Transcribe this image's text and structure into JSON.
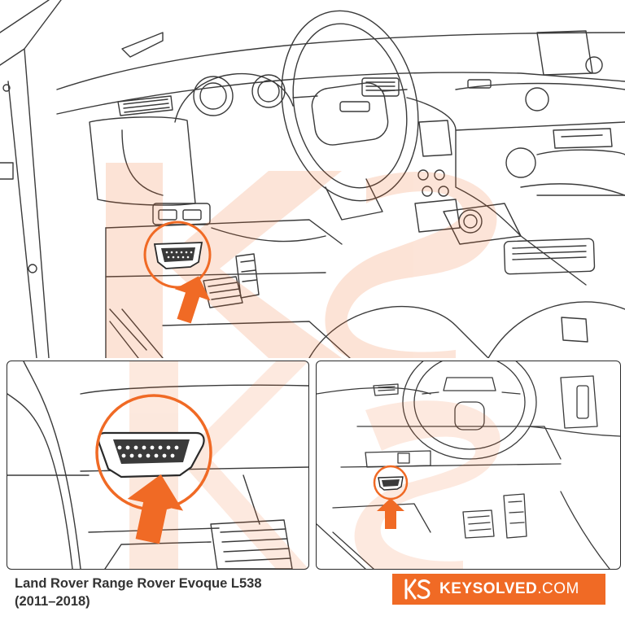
{
  "caption": {
    "line1": "Land Rover Range Rover Evoque L538",
    "line2": "(2011–2018)"
  },
  "brand": {
    "name": "KEYSOLVED",
    "tld": ".COM",
    "accent_color": "#f06a25",
    "logo_icon": "ks-logo-icon"
  },
  "diagram": {
    "subject": "obd2-port-location",
    "highlight_color": "#f06a25",
    "arrow_icon": "arrow-up-icon",
    "watermark_icon": "ks-watermark-icon"
  }
}
